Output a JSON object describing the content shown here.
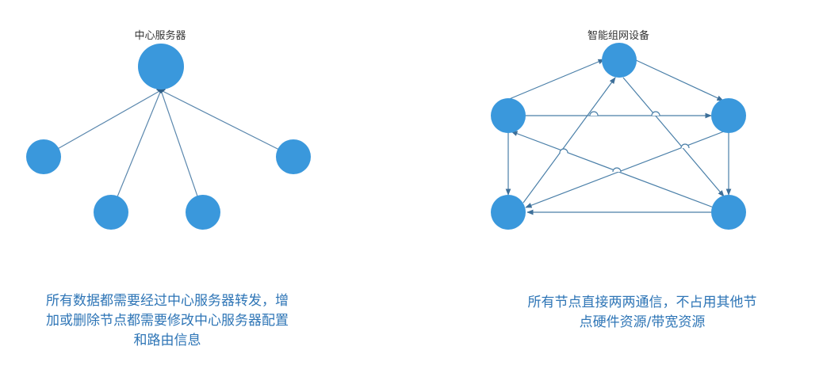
{
  "left": {
    "title": "中心服务器",
    "caption_lines": [
      "所有数据都需要经过中心服务器转发，增",
      "加或删除节点都需要修改中心服务器配置",
      "和路由信息"
    ]
  },
  "right": {
    "title": "智能组网设备",
    "caption_lines": [
      "所有节点直接两两通信，不占用其他节",
      "点硬件资源/带宽资源"
    ]
  },
  "colors": {
    "node": "#3a98dc",
    "line": "#4a7fa8",
    "caption": "#2e75b6"
  }
}
